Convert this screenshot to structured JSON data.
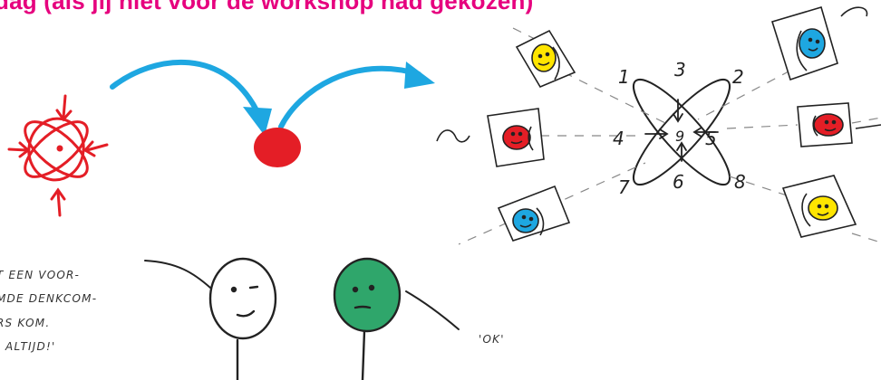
{
  "title": "dag (als jij niet voor de workshop had gekozen)",
  "speech_left": {
    "line1": "T EEN VOOR-",
    "line2": "MDE DENKCOM-",
    "line3": "RS KOM.",
    "line4": ", ALTIJD!'"
  },
  "speech_right": "'OK'",
  "diagram": {
    "numbers": [
      "1",
      "2",
      "3",
      "4",
      "5",
      "6",
      "7",
      "8",
      "9"
    ]
  },
  "colors": {
    "title": "#e6007e",
    "red": "#e41e26",
    "blue": "#1ea7e1",
    "yellow": "#ffe500",
    "green": "#2fa66b"
  }
}
